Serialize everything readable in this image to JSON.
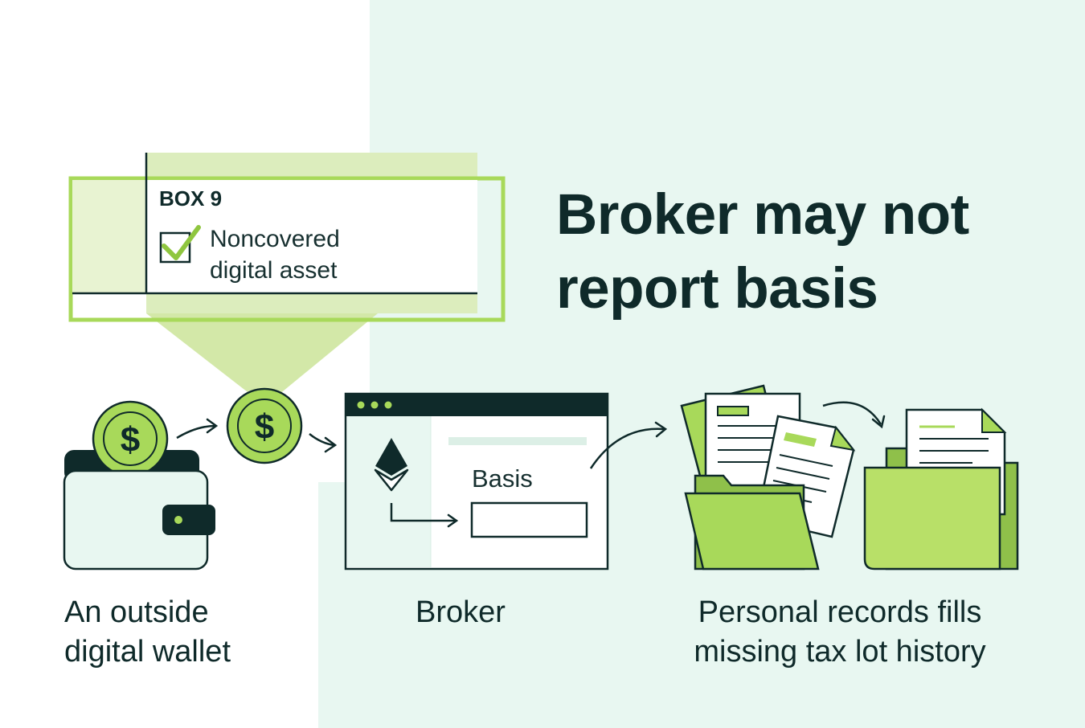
{
  "title": {
    "line1": "Broker may not",
    "line2": "report basis"
  },
  "form_box": {
    "label": "BOX 9",
    "checkbox_text_line1": "Noncovered",
    "checkbox_text_line2": "digital asset",
    "checked": true
  },
  "broker_window": {
    "field_label": "Basis",
    "field_value": ""
  },
  "captions": {
    "wallet_line1": "An outside",
    "wallet_line2": "digital wallet",
    "broker": "Broker",
    "records_line1": "Personal records fills",
    "records_line2": "missing tax lot history"
  },
  "icons": [
    "wallet-icon",
    "dollar-coin-icon",
    "ethereum-icon",
    "browser-window-icon",
    "document-icon",
    "folder-icon",
    "checkmark-icon",
    "arrow-icon"
  ],
  "colors": {
    "dark": "#0f2a2a",
    "accent_green": "#a8d95a",
    "light_green": "#dcedbd",
    "mint_background": "#e8f7f1",
    "folder_green": "#b8e068"
  }
}
